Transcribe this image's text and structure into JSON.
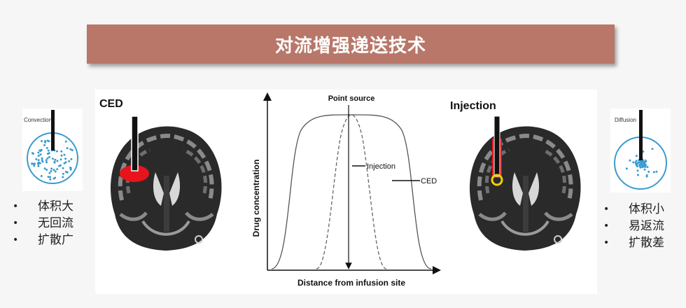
{
  "title": "对流增强递送技术",
  "left_card": {
    "label": "Convection"
  },
  "right_card": {
    "label": "Diffusion"
  },
  "left_list": [
    "体积大",
    "无回流",
    "扩散广"
  ],
  "right_list": [
    "体积小",
    "易返流",
    "扩散差"
  ],
  "ced_panel": {
    "label": "CED"
  },
  "injection_panel": {
    "label": "Injection"
  },
  "chart": {
    "top_label": "Point source",
    "injection_label": "Injection",
    "ced_label": "CED",
    "ylabel": "Drug concentration",
    "xlabel": "Distance from infusion site"
  },
  "colors": {
    "title_bg": "#b87769",
    "dot_blue": "#3a9bd0",
    "highlight_red": "#e8141c",
    "ring_yellow": "#f2d100"
  }
}
